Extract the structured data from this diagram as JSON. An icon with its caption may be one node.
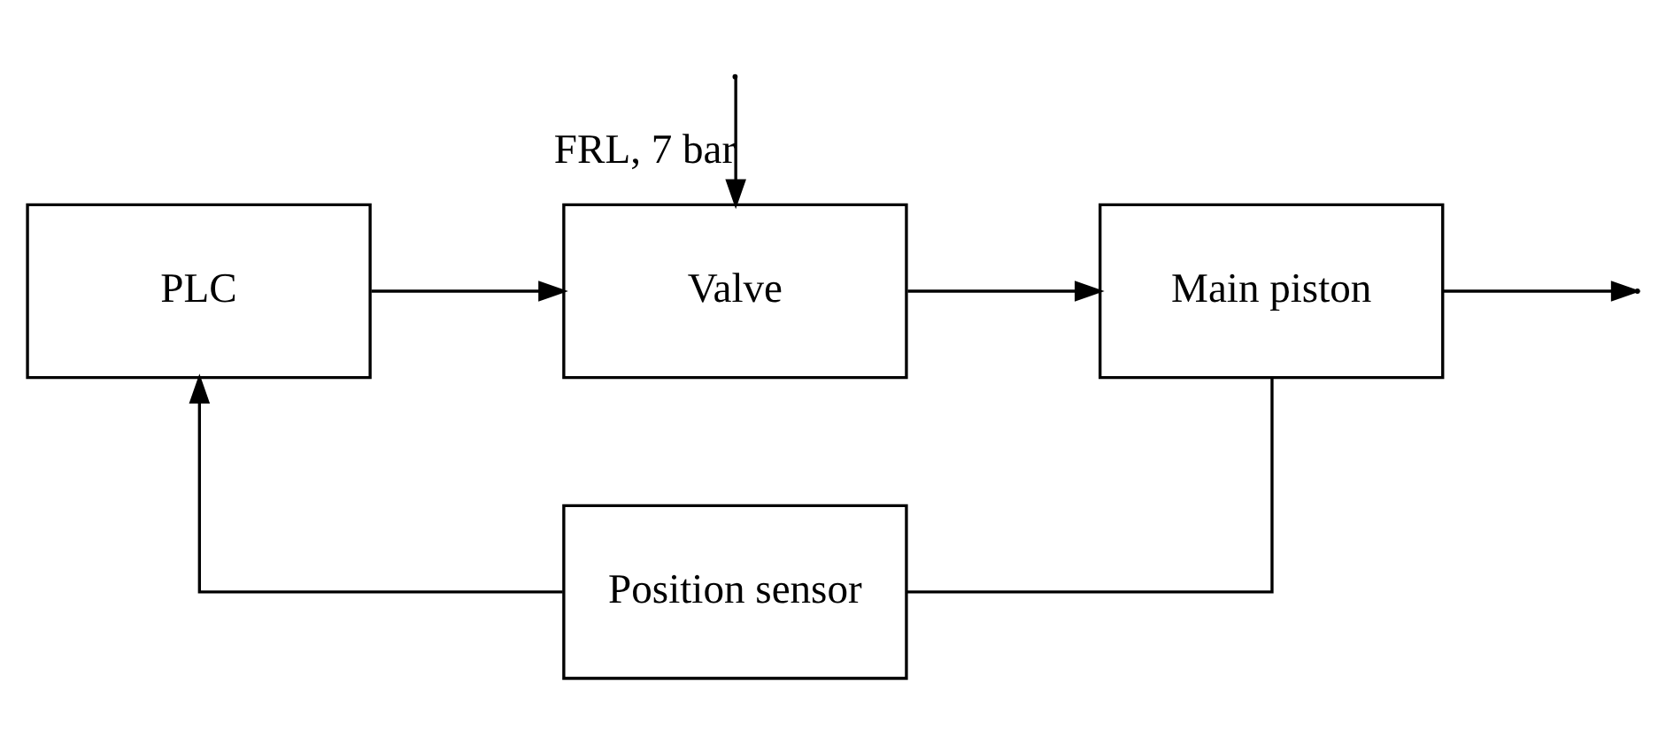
{
  "diagram": {
    "nodes": [
      {
        "text": [
          "PLC"
        ]
      },
      {
        "text": [
          "Valve"
        ]
      },
      {
        "text": [
          "Main piston"
        ]
      },
      {
        "text": [
          "Position sensor"
        ]
      }
    ],
    "edges": [
      {
        "from": null,
        "to": 1,
        "arrow": "to",
        "label": "FRL, 7 bar"
      },
      {
        "from": 0,
        "to": 1,
        "arrow": "to"
      },
      {
        "from": 1,
        "to": 2,
        "arrow": "to"
      },
      {
        "from": 2,
        "to": null,
        "arrow": "to"
      },
      {
        "from": 2,
        "to": 3,
        "arrow": "none"
      },
      {
        "from": 3,
        "to": 0,
        "arrow": "to"
      }
    ]
  }
}
